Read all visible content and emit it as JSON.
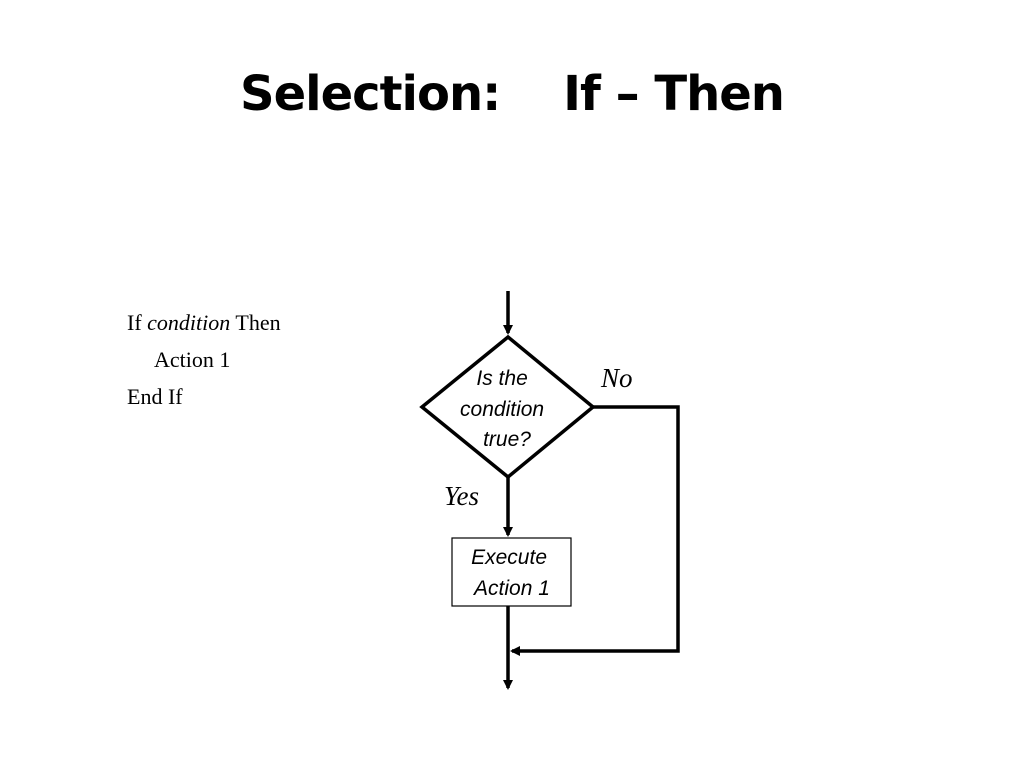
{
  "title": "Selection:    If – Then",
  "pseudocode": {
    "if_keyword": "If",
    "condition": "condition",
    "then_keyword": "Then",
    "action": "Action 1",
    "end": "End If"
  },
  "flowchart": {
    "decision": [
      "Is the",
      "condition",
      "true?"
    ],
    "process": [
      "Execute",
      "Action 1"
    ],
    "no_label": "No",
    "yes_label": "Yes",
    "line_color": "#000000"
  }
}
